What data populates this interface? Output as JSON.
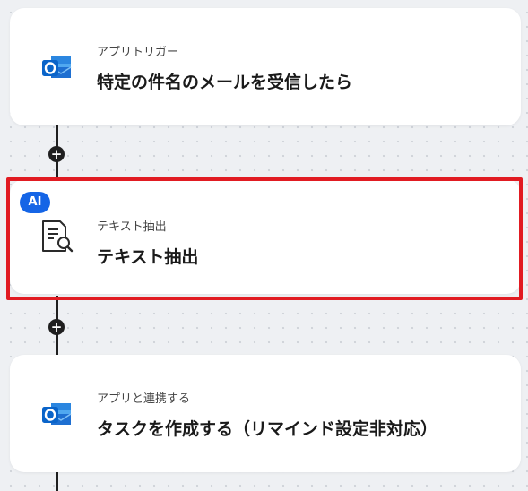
{
  "flow": {
    "steps": [
      {
        "subtitle": "アプリトリガー",
        "title": "特定の件名のメールを受信したら",
        "icon": "outlook-icon"
      },
      {
        "subtitle": "テキスト抽出",
        "title": "テキスト抽出",
        "icon": "document-search-icon",
        "badge": "AI",
        "selected": true
      },
      {
        "subtitle": "アプリと連携する",
        "title": "タスクを作成する（リマインド設定非対応）",
        "icon": "outlook-icon"
      }
    ],
    "add_step_label": "+"
  },
  "colors": {
    "selection_border": "#e11b22",
    "ai_badge": "#1565e6",
    "outlook_blue": "#0a64c9"
  }
}
